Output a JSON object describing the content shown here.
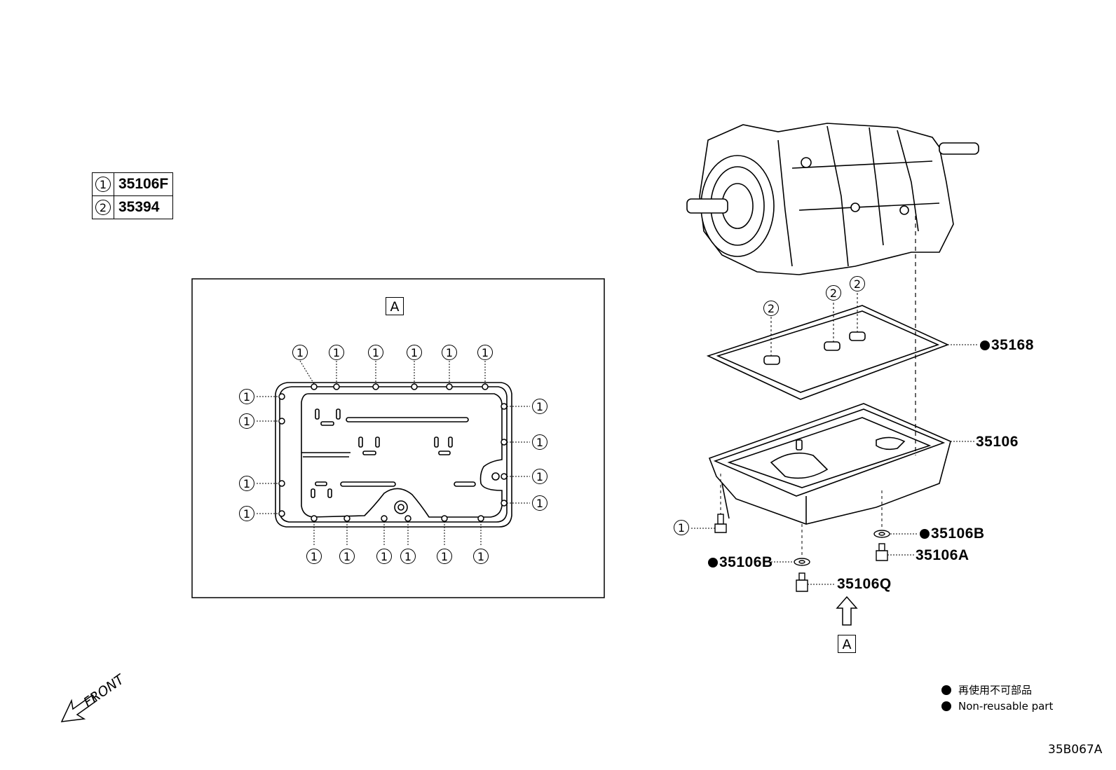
{
  "legend": [
    {
      "key": "1",
      "part": "35106F"
    },
    {
      "key": "2",
      "part": "35394"
    }
  ],
  "detail_label": "A",
  "view_label": "A",
  "callouts": {
    "gasket": "35168",
    "pan": "35106",
    "drain_gasket_right": "35106B",
    "drain_plug_right": "35106A",
    "drain_gasket_left": "35106B",
    "drain_plug_bottom": "35106Q"
  },
  "circle_numbers": {
    "one": "1",
    "two": "2"
  },
  "front_label": "FRONT",
  "notes": {
    "jp": "再使用不可部品",
    "en": "Non-reusable part"
  },
  "drawing_code": "35B067A",
  "icons": [
    "front-arrow-icon",
    "up-arrow-icon",
    "non-reusable-dot-icon"
  ]
}
